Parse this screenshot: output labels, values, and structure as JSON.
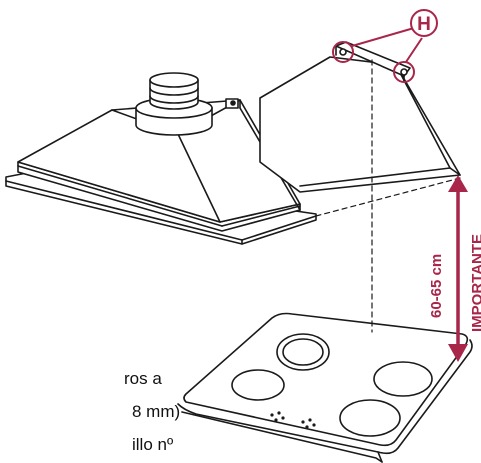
{
  "colors": {
    "accent": "#a8264a",
    "line": "#1a1a1a"
  },
  "callout": {
    "letter": "H"
  },
  "dimension": {
    "distance": "60-65 cm",
    "note": "IMPORTANTE"
  },
  "cut_text": {
    "line1": "ros a",
    "line2": "8 mm)",
    "line3": "illo nº"
  }
}
